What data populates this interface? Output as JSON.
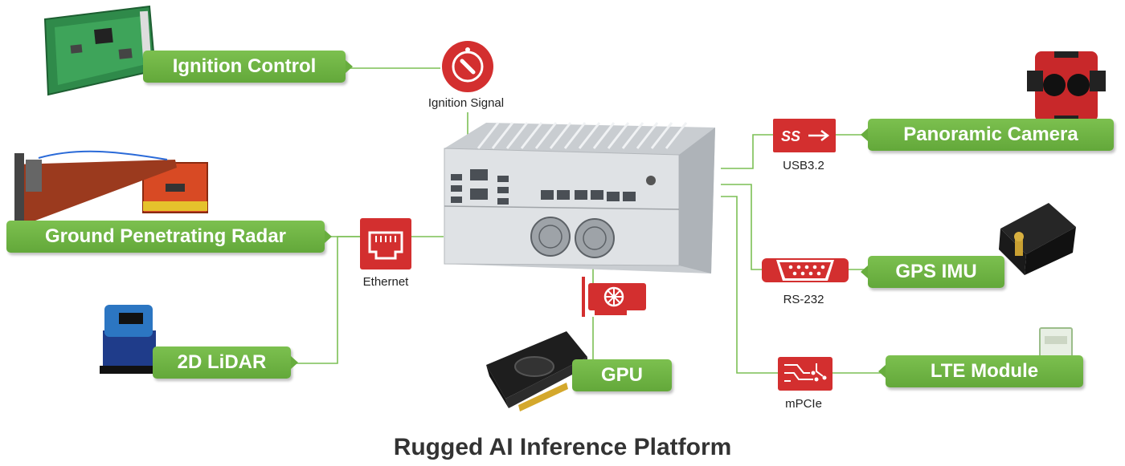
{
  "diagram": {
    "title": "Rugged AI Inference Platform",
    "accent_green": "#6ab240",
    "icon_red": "#d32f2f",
    "peripherals": {
      "ignition_control": "Ignition Control",
      "ground_penetrating_radar": "Ground Penetrating Radar",
      "lidar_2d": "2D LiDAR",
      "gpu": "GPU",
      "panoramic_camera": "Panoramic Camera",
      "gps_imu": "GPS IMU",
      "lte_module": "LTE Module"
    },
    "interfaces": {
      "ignition_signal": "Ignition Signal",
      "ethernet": "Ethernet",
      "usb": "USB3.2",
      "usb_logo": "SS",
      "serial": "RS-232",
      "mpcie": "mPCIe"
    },
    "icons": [
      "ignition-key-icon",
      "ethernet-port-icon",
      "usb-icon",
      "serial-port-icon",
      "mpcie-icon",
      "gpu-card-icon"
    ]
  }
}
